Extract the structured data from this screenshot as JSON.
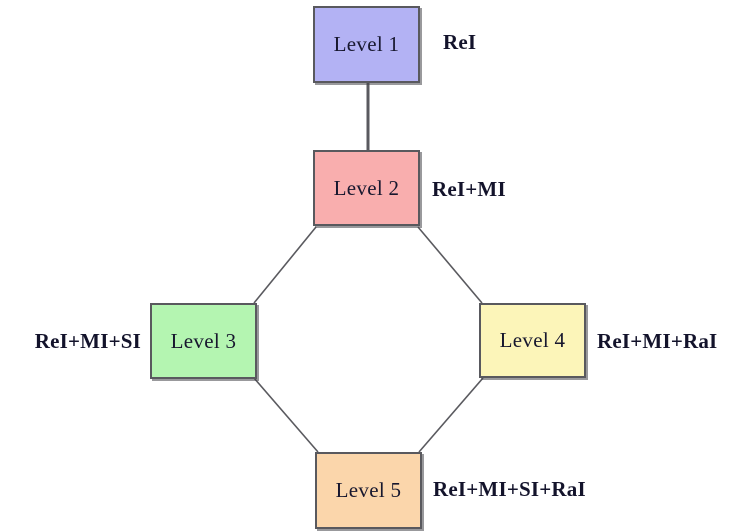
{
  "diagram": {
    "type": "hierarchy-diamond",
    "background_color": "#ffffff",
    "border_color": "#59595e",
    "connector_color": "#5a5a5f",
    "nodes": [
      {
        "id": "level-1",
        "box_text": "Level 1",
        "annotation": "ReI",
        "annotation_side": "right",
        "fill_color": "#b3b2f4"
      },
      {
        "id": "level-2",
        "box_text": "Level 2",
        "annotation": "ReI+MI",
        "annotation_side": "right",
        "fill_color": "#f9aeae"
      },
      {
        "id": "level-3",
        "box_text": "Level 3",
        "annotation": "ReI+MI+SI",
        "annotation_side": "left",
        "fill_color": "#b4f5b1"
      },
      {
        "id": "level-4",
        "box_text": "Level 4",
        "annotation": "ReI+MI+RaI",
        "annotation_side": "right",
        "fill_color": "#fcf5b9"
      },
      {
        "id": "level-5",
        "box_text": "Level 5",
        "annotation": "ReI+MI+SI+RaI",
        "annotation_side": "right",
        "fill_color": "#fbd6ab"
      }
    ],
    "edges": [
      {
        "from": "level-1",
        "to": "level-2",
        "style": "vertical"
      },
      {
        "from": "level-2",
        "to": "level-3",
        "style": "diagonal"
      },
      {
        "from": "level-2",
        "to": "level-4",
        "style": "diagonal"
      },
      {
        "from": "level-3",
        "to": "level-5",
        "style": "diagonal"
      },
      {
        "from": "level-4",
        "to": "level-5",
        "style": "diagonal"
      }
    ]
  }
}
